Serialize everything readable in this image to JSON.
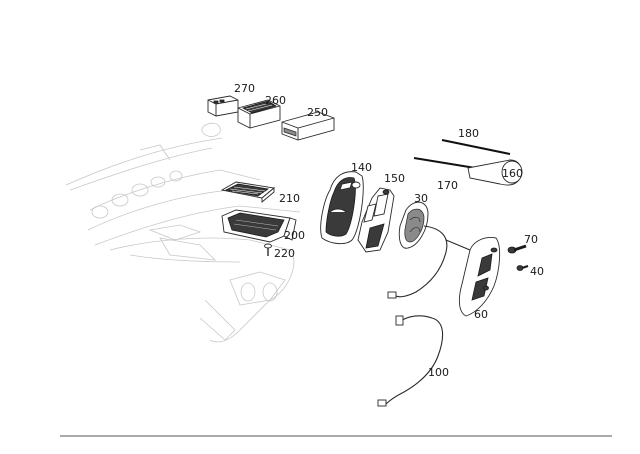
{
  "labels": {
    "p270": "270",
    "p260": "260",
    "p250": "250",
    "p180": "180",
    "p140": "140",
    "p150": "150",
    "p160": "160",
    "p170": "170",
    "p30": "30",
    "p210": "210",
    "p200": "200",
    "p220": "220",
    "p70": "70",
    "p40": "40",
    "p60": "60",
    "p100": "100"
  }
}
